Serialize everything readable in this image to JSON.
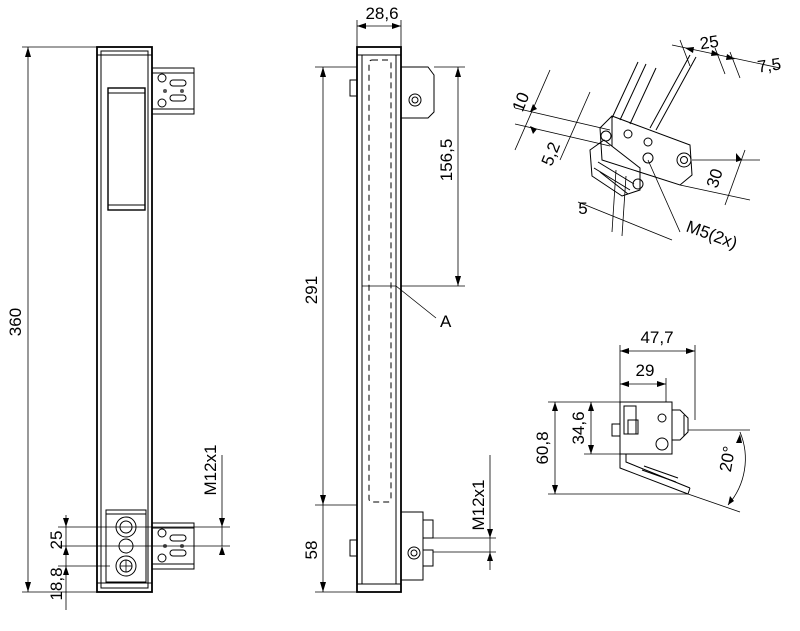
{
  "dimensions": {
    "front_height": "360",
    "front_m12": "M12x1",
    "front_25": "25",
    "front_18_8": "18,8",
    "side_width": "28,6",
    "side_156_5": "156,5",
    "side_291": "291",
    "side_58": "58",
    "side_m12": "M12x1",
    "side_label_a": "A",
    "detail_25": "25",
    "detail_7_5": "7,5",
    "detail_10": "10",
    "detail_5_2": "5,2",
    "detail_30": "30",
    "detail_5": "5",
    "detail_m5": "M5(2x)",
    "top_47_7": "47,7",
    "top_29": "29",
    "top_34_6": "34,6",
    "top_60_8": "60,8",
    "top_20deg": "20°"
  }
}
